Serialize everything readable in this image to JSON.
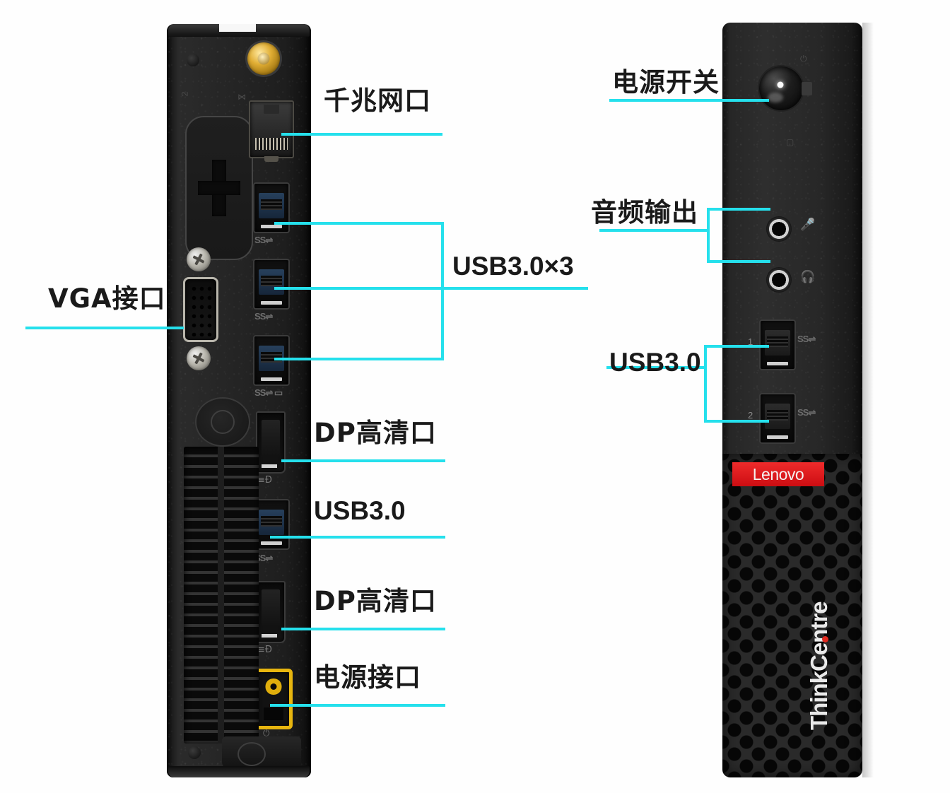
{
  "diagram": {
    "title": "ThinkCentre Tiny PC port identification diagram",
    "accent_color": "#25e0ec",
    "brand_red": "#d8131a",
    "background_color": "#ffffff"
  },
  "left_unit": {
    "name": "rear-io-panel",
    "callouts": [
      {
        "id": "gigabit-lan",
        "label": "千兆网口",
        "script": "cjk"
      },
      {
        "id": "vga-port",
        "label": "VGA接口",
        "script": "cjk"
      },
      {
        "id": "usb3-triple",
        "label": "USB3.0×3",
        "script": "latin"
      },
      {
        "id": "dp-port-upper",
        "label": "DP高清口",
        "script": "cjk"
      },
      {
        "id": "usb3-single",
        "label": "USB3.0",
        "script": "latin"
      },
      {
        "id": "dp-port-lower",
        "label": "DP高清口",
        "script": "cjk"
      },
      {
        "id": "power-jack",
        "label": "电源接口",
        "script": "cjk"
      }
    ],
    "port_markings": {
      "ss_logo": "SS←",
      "dp_logo": "≡Ð",
      "lock_logo": "⚿",
      "power_logo": "⏻"
    }
  },
  "right_unit": {
    "name": "front-face-panel",
    "callouts": [
      {
        "id": "power-switch",
        "label": "电源开关",
        "script": "cjk"
      },
      {
        "id": "audio-output",
        "label": "音频输出",
        "script": "cjk"
      },
      {
        "id": "usb3-front",
        "label": "USB3.0",
        "script": "latin"
      }
    ],
    "branding": {
      "badge": "Lenovo",
      "model_line": "ThinkCentre"
    },
    "port_markings": {
      "usb_port_1": "1",
      "usb_port_2": "2",
      "ss_logo": "SS←",
      "mic_icon": "mic",
      "headphone_icon": "headphone"
    }
  }
}
